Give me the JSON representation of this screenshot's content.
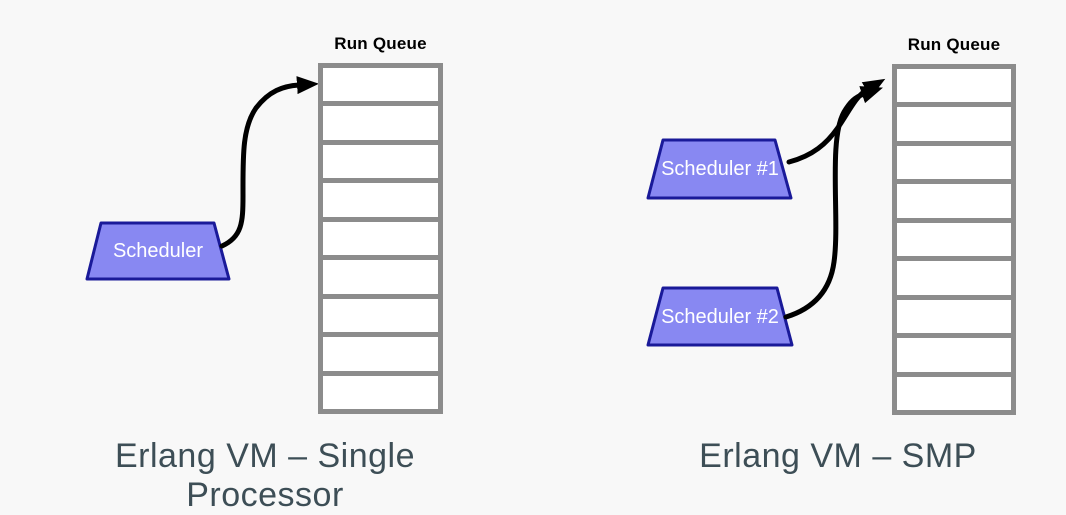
{
  "colors": {
    "background": "#f8f8f8",
    "trapezoid_fill": "#8888f2",
    "trapezoid_border": "#1a1a99",
    "queue_border": "#8c8c8c",
    "cell_fill": "#ffffff",
    "arrow": "#000000",
    "label": "#000000",
    "caption": "#3d4e56"
  },
  "panels": {
    "single": {
      "run_queue_label": "Run Queue",
      "queue_rows": 9,
      "schedulers": {
        "s1": {
          "label": "Scheduler"
        }
      },
      "caption": "Erlang VM – Single Processor"
    },
    "smp": {
      "run_queue_label": "Run Queue",
      "queue_rows": 9,
      "schedulers": {
        "s1": {
          "label": "Scheduler #1"
        },
        "s2": {
          "label": "Scheduler #2"
        }
      },
      "caption": "Erlang VM – SMP"
    }
  }
}
